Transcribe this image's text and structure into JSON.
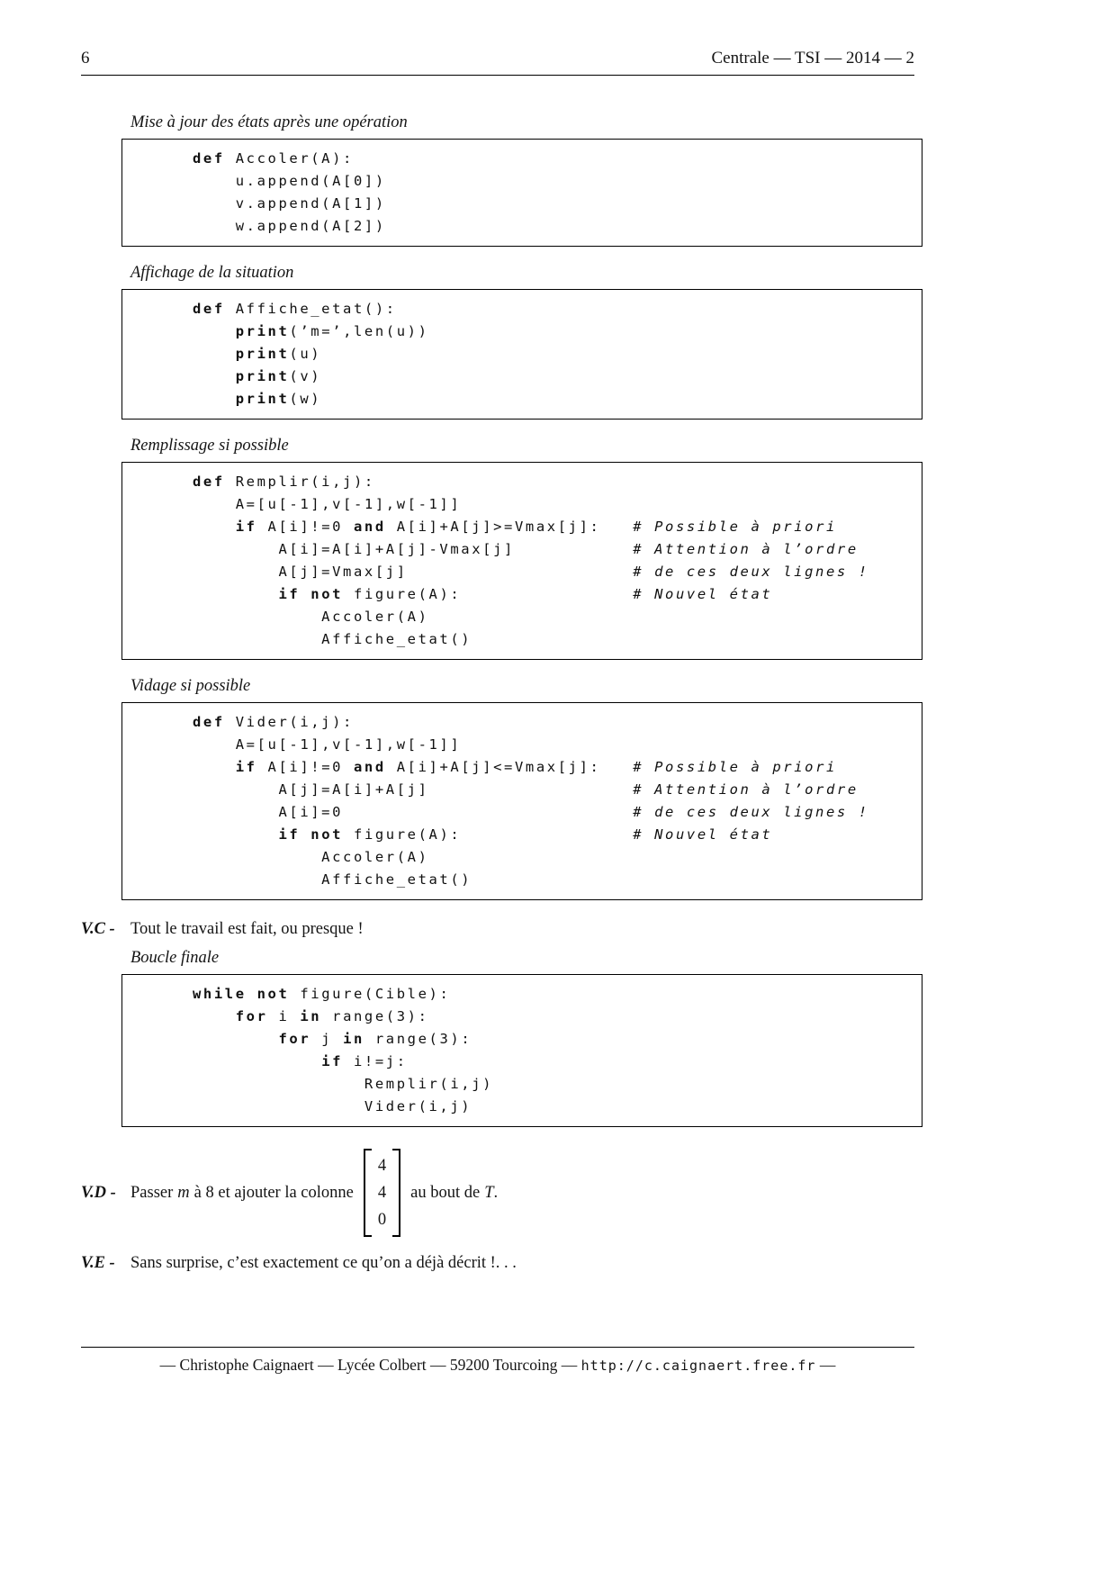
{
  "header": {
    "page_number": "6",
    "title": "Centrale — TSI — 2014 — 2"
  },
  "keywords": [
    "def",
    "if",
    "and",
    "not",
    "while",
    "for",
    "in",
    "print"
  ],
  "sections": [
    {
      "heading": "Mise à jour des états après une opération",
      "lines": [
        "def Accoler(A):",
        "    u.append(A[0])",
        "    v.append(A[1])",
        "    w.append(A[2])"
      ]
    },
    {
      "heading": "Affichage de la situation",
      "lines": [
        "def Affiche_etat():",
        "    print(’m=’,len(u))",
        "    print(u)",
        "    print(v)",
        "    print(w)"
      ]
    },
    {
      "heading": "Remplissage si possible",
      "lines": [
        "def Remplir(i,j):",
        "    A=[u[-1],v[-1],w[-1]]",
        "    if A[i]!=0 and A[i]+A[j]>=Vmax[j]:   # Possible à priori",
        "        A[i]=A[i]+A[j]-Vmax[j]           # Attention à l’ordre",
        "        A[j]=Vmax[j]                     # de ces deux lignes !",
        "        if not figure(A):                # Nouvel état",
        "            Accoler(A)",
        "            Affiche_etat()"
      ]
    },
    {
      "heading": "Vidage si possible",
      "lines": [
        "def Vider(i,j):",
        "    A=[u[-1],v[-1],w[-1]]",
        "    if A[i]!=0 and A[i]+A[j]<=Vmax[j]:   # Possible à priori",
        "        A[j]=A[i]+A[j]                   # Attention à l’ordre",
        "        A[i]=0                           # de ces deux lignes !",
        "        if not figure(A):                # Nouvel état",
        "            Accoler(A)",
        "            Affiche_etat()"
      ]
    },
    {
      "heading": "Boucle finale",
      "lines": [
        "while not figure(Cible):",
        "    for i in range(3):",
        "        for j in range(3):",
        "            if i!=j:",
        "                Remplir(i,j)",
        "                Vider(i,j)"
      ]
    }
  ],
  "vc": {
    "label": "V.C -",
    "text": "Tout le travail est fait, ou presque !"
  },
  "vd": {
    "label": "V.D -",
    "part1": "Passer",
    "var1": "m",
    "part2": "à 8 et ajouter la colonne",
    "vector": [
      "4",
      "4",
      "0"
    ],
    "part3": "au bout de",
    "var2": "T",
    "part4": "."
  },
  "ve": {
    "label": "V.E -",
    "text": "Sans surprise, c’est exactement ce qu’on a déjà décrit !. . ."
  },
  "footer": {
    "text_before": "— Christophe Caignaert — Lycée Colbert — 59200 Tourcoing — ",
    "url": "http://c.caignaert.free.fr",
    "text_after": " —"
  }
}
